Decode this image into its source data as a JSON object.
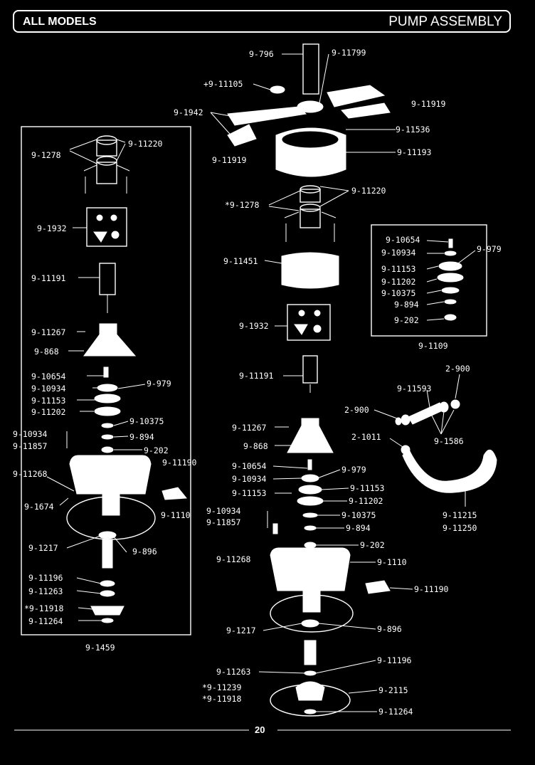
{
  "header": {
    "left": "ALL MODELS",
    "right": "PUMP ASSEMBLY"
  },
  "footer": {
    "page": "20"
  },
  "left_group": {
    "caption": "9-1459",
    "labels": [
      "9-1278",
      "9-11220",
      "9-1932",
      "9-11191",
      "9-11267",
      "9-868",
      "9-10654",
      "9-10934",
      "9-979",
      "9-11153",
      "9-11202",
      "9-10375",
      "9-894",
      "9-202",
      "9-10934",
      "9-11857",
      "9-11268",
      "9-1674",
      "9-11190",
      "9-1110",
      "9-1217",
      "9-896",
      "9-11196",
      "9-11263",
      "*9-11918",
      "9-11264"
    ]
  },
  "right_group": {
    "caption": "9-1109",
    "labels": [
      "9-10654",
      "9-10934",
      "9-979",
      "9-11153",
      "9-11202",
      "9-10375",
      "9-894",
      "9-202"
    ]
  },
  "center_labels": [
    "9-796",
    "9-11799",
    "+9-11105",
    "9-1942",
    "9-11919",
    "9-11536",
    "9-11919",
    "9-11193",
    "9-11220",
    "*9-1278",
    "9-11451",
    "9-1932",
    "9-11191",
    "9-11267",
    "9-868",
    "9-10654",
    "9-10934",
    "9-979",
    "9-11153",
    "9-11153",
    "9-11202",
    "9-10934",
    "9-11857",
    "9-10375",
    "9-894",
    "9-202",
    "9-11268",
    "9-1110",
    "9-11190",
    "9-1217",
    "9-896",
    "9-11196",
    "9-11263",
    "*9-11239",
    "*9-11918",
    "9-2115",
    "9-11264"
  ],
  "hose_labels": [
    "2-900",
    "9-11593",
    "2-900",
    "2-1011",
    "9-1586",
    "9-11215",
    "9-11250"
  ]
}
